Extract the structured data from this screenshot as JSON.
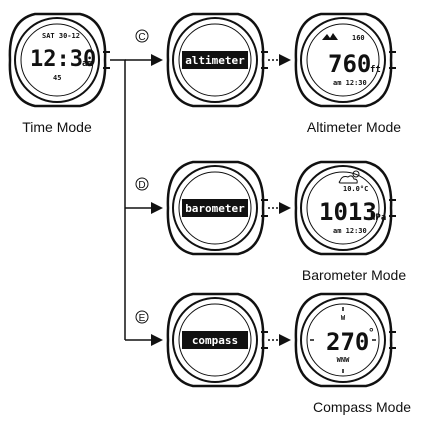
{
  "time_watch": {
    "date_line": "SAT 30-12",
    "time": "12:30",
    "ampm": "am",
    "seconds": "45",
    "caption": "Time Mode"
  },
  "branches": [
    {
      "button": "C",
      "label": "altimeter",
      "top_right": "160",
      "big": "760",
      "unit": "ft",
      "bottom": "am 12:30",
      "caption": "Altimeter Mode"
    },
    {
      "button": "D",
      "label": "barometer",
      "top_right": "10.0°C",
      "big": "1013",
      "unit": "hPa",
      "bottom": "am 12:30",
      "caption": "Barometer Mode"
    },
    {
      "button": "E",
      "label": "compass",
      "top_center": "W",
      "big": "270",
      "unit": "°",
      "bottom": "WNW",
      "caption": "Compass Mode"
    }
  ],
  "icons": {
    "mountain": "mountain-icon",
    "cloud": "cloud-sun-icon"
  }
}
